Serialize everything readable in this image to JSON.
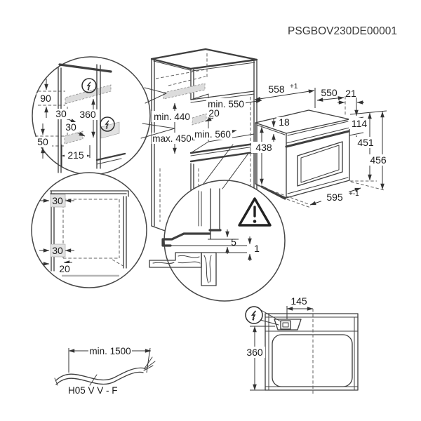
{
  "part_number": "PSGBOV230DE00001",
  "wall_detail": {
    "dim_90": "90",
    "dim_30_top": "30",
    "dim_360": "360",
    "dim_30_bottom": "30",
    "dim_50": "50",
    "dim_215": "215"
  },
  "side_detail": {
    "dim_30_top": "30",
    "dim_30_bottom": "30",
    "dim_20": "20"
  },
  "niche": {
    "depth_min": "min. 550",
    "conduit_offset": "20",
    "height_min": "min. 440",
    "height_max": "max. 450",
    "width_min": "min. 560"
  },
  "oven": {
    "dim_558": "558",
    "tol_558": "+1",
    "dim_550": "550",
    "dim_21": "21",
    "dim_18": "18",
    "dim_114": "114",
    "dim_451": "451",
    "dim_456": "456",
    "dim_438": "438",
    "dim_595": "595",
    "tol_595": "+-1"
  },
  "gap_detail": {
    "dim_5": "5",
    "dim_1": "1"
  },
  "cable": {
    "length": "min. 1500",
    "spec": "H05 V V - F"
  },
  "plan_view": {
    "dim_145": "145",
    "dim_360": "360"
  },
  "icons": {
    "electric": "lightning-circle-icon",
    "warning": "warning-triangle-icon"
  }
}
